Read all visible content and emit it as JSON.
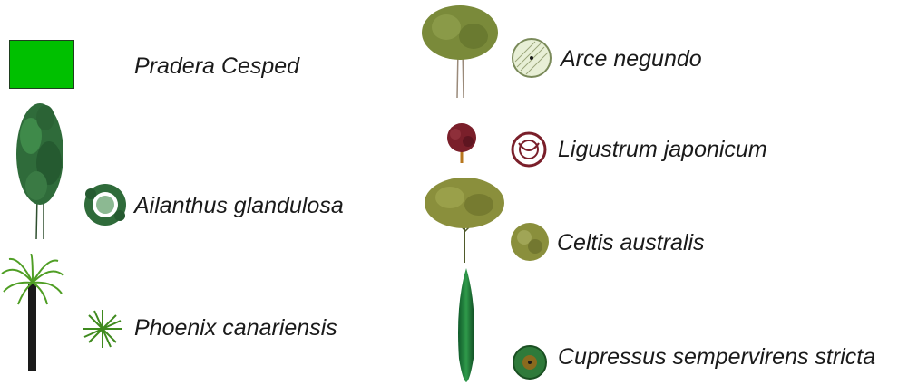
{
  "legend": {
    "items": [
      {
        "name": "Pradera Cesped",
        "icon": "lawn-swatch-icon",
        "color": "#00c000"
      },
      {
        "name": "Ailanthus glandulosa",
        "icon": "ailanthus-tree-icon",
        "color": "#2f6b3a"
      },
      {
        "name": "Phoenix canariensis",
        "icon": "palm-tree-icon",
        "color": "#3f8a1e"
      },
      {
        "name": "Arce negundo",
        "icon": "maple-tree-icon",
        "color": "#7a8a3a"
      },
      {
        "name": "Ligustrum japonicum",
        "icon": "privet-shrub-icon",
        "color": "#7a1f2a"
      },
      {
        "name": "Celtis australis",
        "icon": "hackberry-tree-icon",
        "color": "#8a8f3c"
      },
      {
        "name": "Cupressus sempervirens stricta",
        "icon": "cypress-tree-icon",
        "color": "#1f7a3a"
      }
    ]
  }
}
